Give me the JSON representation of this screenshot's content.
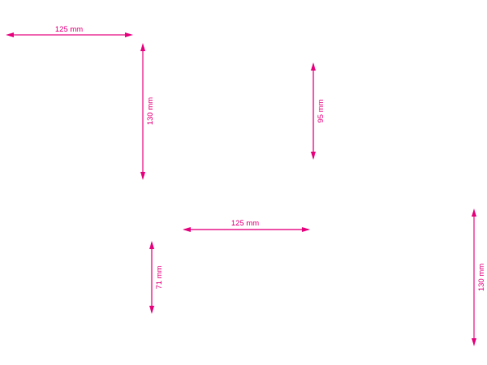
{
  "colors": {
    "dimension": "#e6007e",
    "background": "#ffffff"
  },
  "dimensions": [
    {
      "id": "dim-top-width",
      "label": "125 mm",
      "orientation": "horizontal"
    },
    {
      "id": "dim-top-height",
      "label": "130 mm",
      "orientation": "vertical"
    },
    {
      "id": "dim-right-height",
      "label": "95 mm",
      "orientation": "vertical"
    },
    {
      "id": "dim-middle-width",
      "label": "125 mm",
      "orientation": "horizontal"
    },
    {
      "id": "dim-lower-height",
      "label": "71 mm",
      "orientation": "vertical"
    },
    {
      "id": "dim-far-right-height",
      "label": "130 mm",
      "orientation": "vertical"
    }
  ]
}
